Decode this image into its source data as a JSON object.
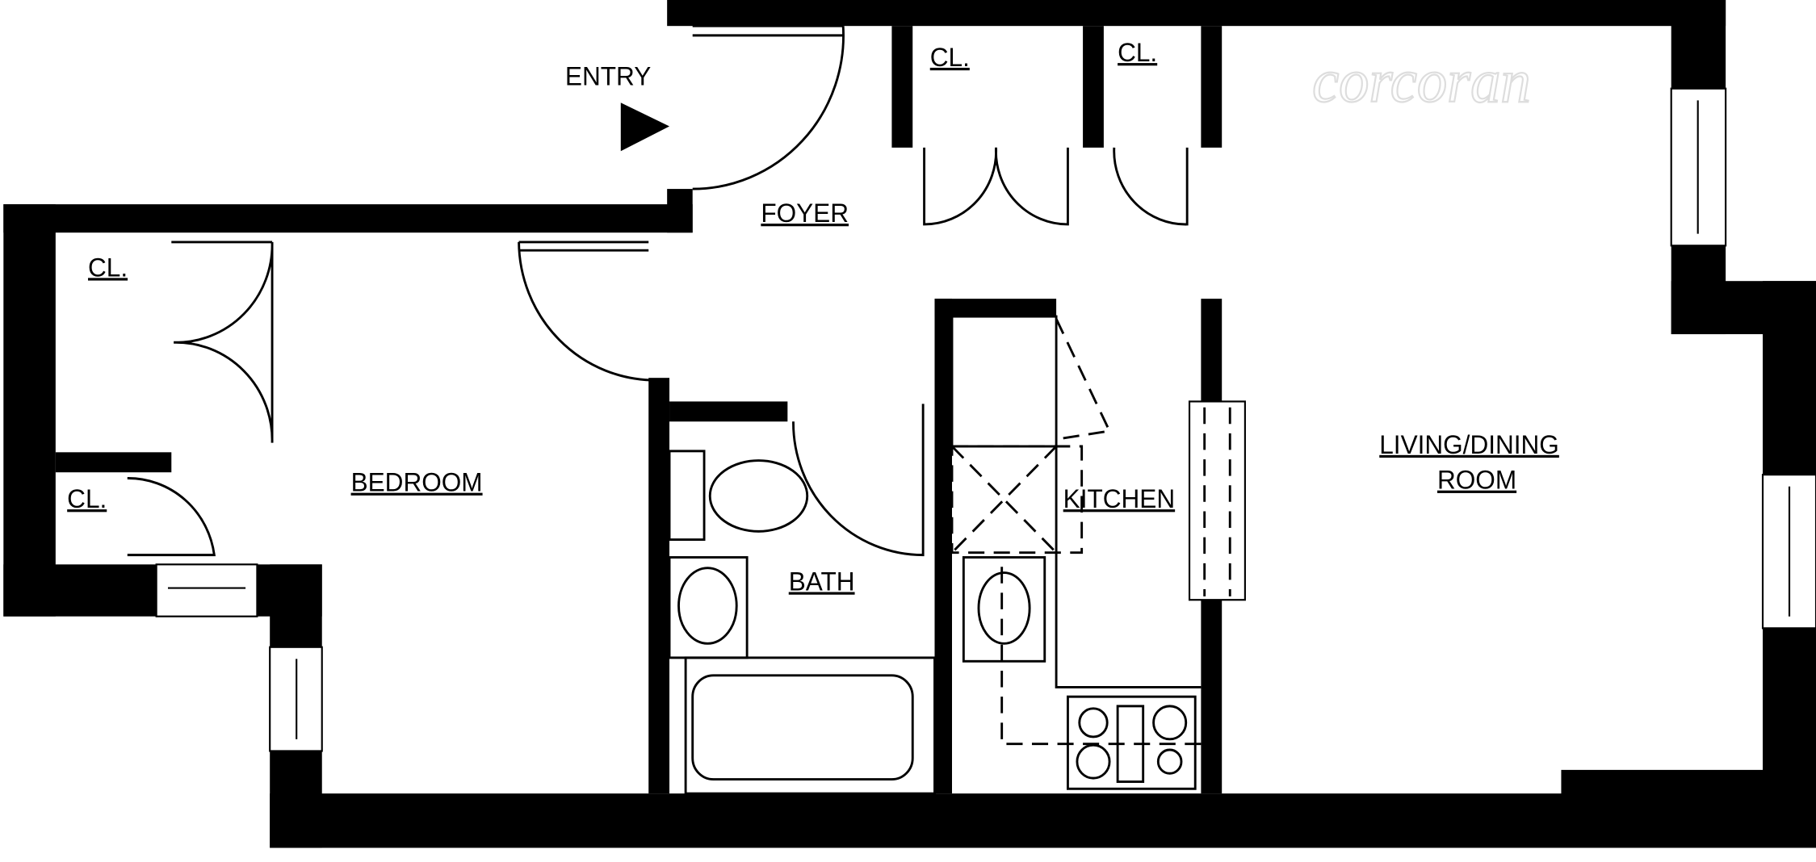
{
  "watermark": "corcoran",
  "labels": {
    "entry": "ENTRY",
    "foyer": "FOYER",
    "closet1": "CL.",
    "closet2": "CL.",
    "closet3": "CL.",
    "closet4": "CL.",
    "bedroom": "BEDROOM",
    "bath": "BATH",
    "kitchen": "KITCHEN",
    "living1": "LIVING/DINING",
    "living2": "ROOM"
  },
  "colors": {
    "wall": "#000000",
    "background": "#ffffff"
  }
}
